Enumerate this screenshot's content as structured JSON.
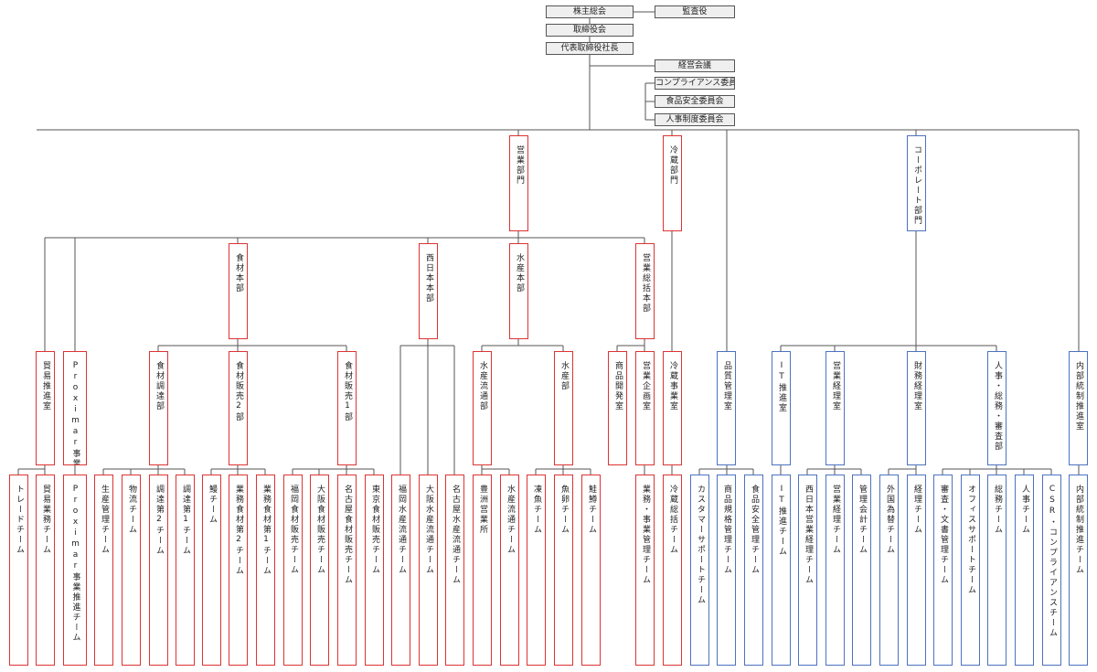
{
  "colors": {
    "red_border": "#dd3333",
    "blue_border": "#4c72c0",
    "top_box_fill": "#efefef",
    "connector": "#555555"
  },
  "top": {
    "shareholders": "株主総会",
    "auditor": "監査役",
    "board": "取締役会",
    "president": "代表取締役社長",
    "mgmt_meeting": "経営会議",
    "compliance_committee": "コンプライアンス委員会",
    "food_safety_committee": "食品安全委員会",
    "hr_committee": "人事制度委員会"
  },
  "divisions": {
    "sales": "営業部門",
    "cold": "冷蔵部門",
    "corporate": "コーポレート部門"
  },
  "headquarters": {
    "food_materials": "食材本部",
    "west_japan": "西日本本部",
    "marine": "水産本部",
    "sales_general": "営業総括本部"
  },
  "departments": {
    "trade": "貿易推進室",
    "proximar": "Proximar事業部",
    "procurement": "食材調達部",
    "sales2": "食材販売2部",
    "sales1": "食材販売1部",
    "distribution": "水産流通部",
    "marine_dept": "水産部",
    "product_dev": "商品開発室",
    "planning": "営業企画室",
    "cold_business": "冷蔵事業室",
    "quality": "品質管理室",
    "it": "IT推進室",
    "sales_acct": "営業経理室",
    "fin_acct": "財務経理室",
    "hr_ga": "人事・総務・審査部",
    "audit": "内部統制推進室"
  },
  "teams": {
    "trade_team": "トレードチーム",
    "trade_biz": "貿易業務チーム",
    "proximar_team": "Proximar事業推進チーム",
    "production": "生産管理チーム",
    "logistics": "物流チーム",
    "proc2": "調達第2チーム",
    "proc1": "調達第1チーム",
    "eel": "鰻チーム",
    "biz2": "業務食材第2チーム",
    "biz1": "業務食材第1チーム",
    "fukuoka_sales": "福岡食材販売チーム",
    "osaka_sales": "大阪食材販売チーム",
    "nagoya_sales": "名古屋食材販売チーム",
    "tokyo_sales": "東京食材販売チーム",
    "fukuoka_marine": "福岡水産流通チーム",
    "osaka_marine": "大阪水産流通チーム",
    "nagoya_marine": "名古屋水産流通チーム",
    "toyosu": "豊洲営業所",
    "marine_dist": "水産流通チーム",
    "frozen_fish": "凍魚チーム",
    "roe": "魚卵チーム",
    "salmon": "鮭鱒チーム",
    "biz_mgmt": "業務・事業管理チーム",
    "cold_general": "冷蔵総括チーム",
    "cs": "カスタマーサポートチーム",
    "spec": "商品規格管理チーム",
    "food_safety": "食品安全管理チーム",
    "it_team": "IT推進チーム",
    "west_acct": "西日本営業経理チーム",
    "sales_acct_team": "営業経理チーム",
    "mgmt_acct": "管理会計チーム",
    "fx": "外国為替チーム",
    "acct": "経理チーム",
    "review_doc": "審査・文書管理チーム",
    "office_support": "オフィスサポートチーム",
    "ga": "総務チーム",
    "hr": "人事チーム",
    "csr": "CSR・コンプライアンスチーム",
    "audit_team": "内部統制推進チーム"
  }
}
